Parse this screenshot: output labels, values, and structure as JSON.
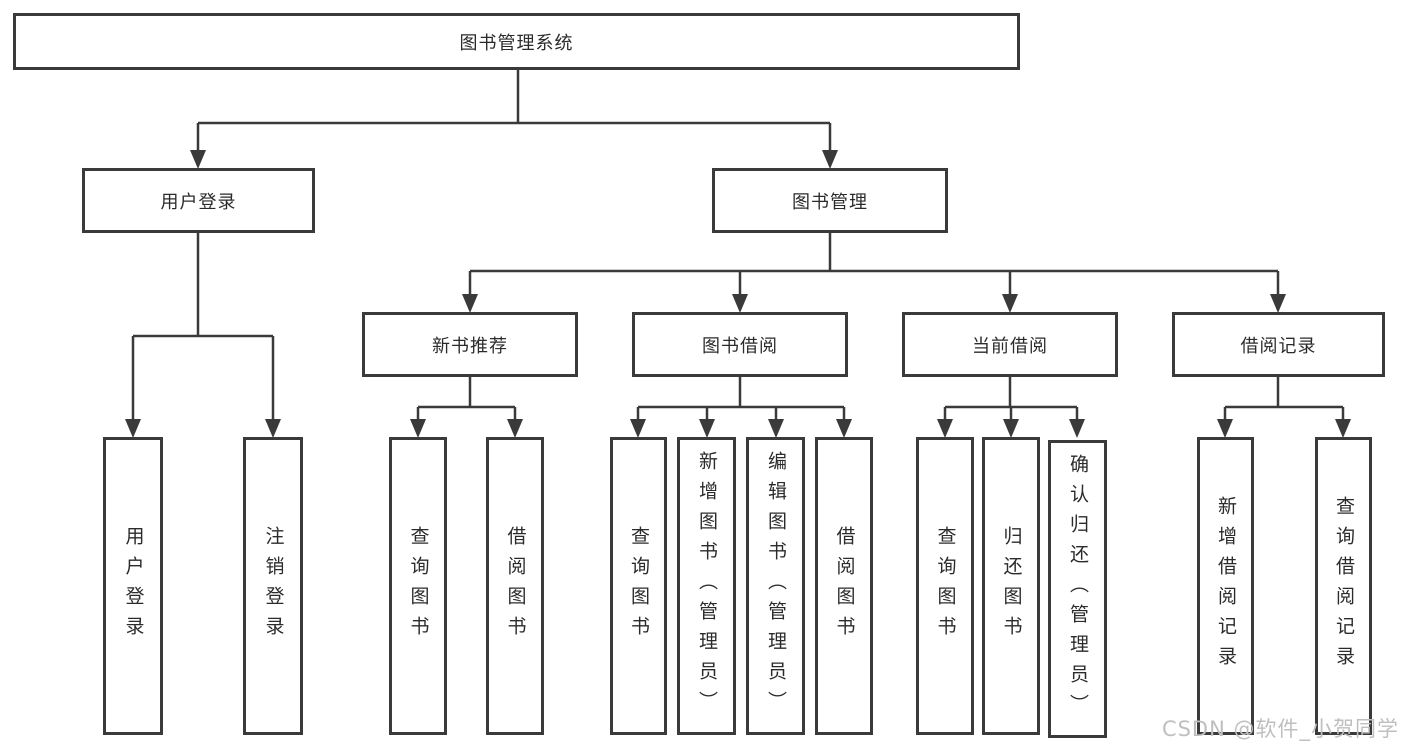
{
  "tree": {
    "root": {
      "label": "图书管理系统",
      "children": [
        {
          "label": "用户登录",
          "children": [
            {
              "label": "用户登录"
            },
            {
              "label": "注销登录"
            }
          ]
        },
        {
          "label": "图书管理",
          "children": [
            {
              "label": "新书推荐",
              "children": [
                {
                  "label": "查询图书"
                },
                {
                  "label": "借阅图书"
                }
              ]
            },
            {
              "label": "图书借阅",
              "children": [
                {
                  "label": "查询图书"
                },
                {
                  "label": "新增图书（管理员）"
                },
                {
                  "label": "编辑图书（管理员）"
                },
                {
                  "label": "借阅图书"
                }
              ]
            },
            {
              "label": "当前借阅",
              "children": [
                {
                  "label": "查询图书"
                },
                {
                  "label": "归还图书"
                },
                {
                  "label": "确认归还（管理员）"
                }
              ]
            },
            {
              "label": "借阅记录",
              "children": [
                {
                  "label": "新增借阅记录"
                },
                {
                  "label": "查询借阅记录"
                }
              ]
            }
          ]
        }
      ]
    }
  },
  "watermark": "CSDN @软件_小贺同学",
  "colors": {
    "line": "#3a3a3a",
    "text": "#2b2b2b",
    "box_bg": "#ffffff",
    "page_bg": "#ffffff",
    "watermark": "#bfbfbf"
  }
}
